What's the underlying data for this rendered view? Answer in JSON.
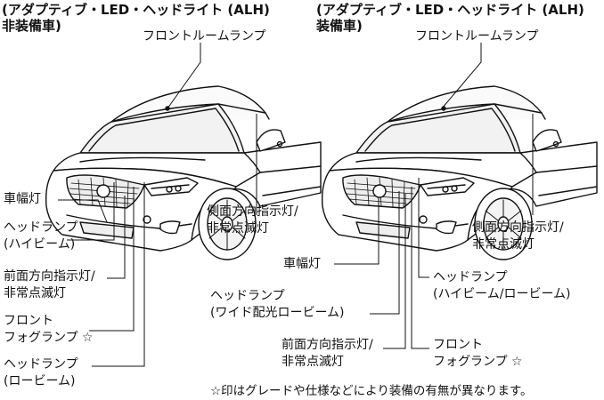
{
  "left": {
    "header_line1": "(アダプティブ・LED・ヘッドライト (ALH)",
    "header_line2": "非装備車)",
    "front_room_lamp": "フロントルームランプ",
    "side_turn_line1": "側面方向指示灯/",
    "side_turn_line2": "非常点滅灯",
    "clearance_lamp": "車幅灯",
    "headlamp_high_line1": "ヘッドランプ",
    "headlamp_high_line2": "(ハイビーム)",
    "front_turn_line1": "前面方向指示灯/",
    "front_turn_line2": "非常点滅灯",
    "fog_line1": "フロント",
    "fog_line2": "フォグランプ ☆",
    "headlamp_low_line1": "ヘッドランプ",
    "headlamp_low_line2": "(ロービーム)"
  },
  "right": {
    "header_line1": "(アダプティブ・LED・ヘッドライト (ALH)",
    "header_line2": "装備車)",
    "front_room_lamp": "フロントルームランプ",
    "side_turn_line1": "側面方向指示灯/",
    "side_turn_line2": "非常点滅灯",
    "clearance_lamp": "車幅灯",
    "headlamp_hl_line1": "ヘッドランプ",
    "headlamp_hl_line2": "(ハイビーム/ロービーム)",
    "headlamp_wide_line1": "ヘッドランプ",
    "headlamp_wide_line2": "(ワイド配光ロービーム)",
    "front_turn_line1": "前面方向指示灯/",
    "front_turn_line2": "非常点滅灯",
    "fog_line1": "フロント",
    "fog_line2": "フォグランプ ☆"
  },
  "footnote": "☆印はグレードや仕様などにより装備の有無が異なります。"
}
